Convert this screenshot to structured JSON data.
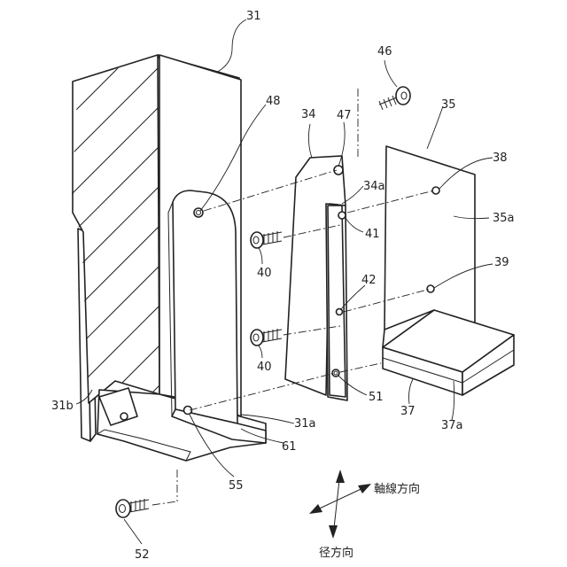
{
  "labels": {
    "l31": "31",
    "l48": "48",
    "l34": "34",
    "l47": "47",
    "l46": "46",
    "l35": "35",
    "l38": "38",
    "l34a": "34a",
    "l35a": "35a",
    "l41": "41",
    "l40a": "40",
    "l40b": "40",
    "l42": "42",
    "l39": "39",
    "l31b": "31b",
    "l51": "51",
    "l31a": "31a",
    "l37": "37",
    "l37a": "37a",
    "l61": "61",
    "l55": "55",
    "l52": "52"
  },
  "directions": {
    "axial": "軸線方向",
    "radial": "径方向"
  }
}
